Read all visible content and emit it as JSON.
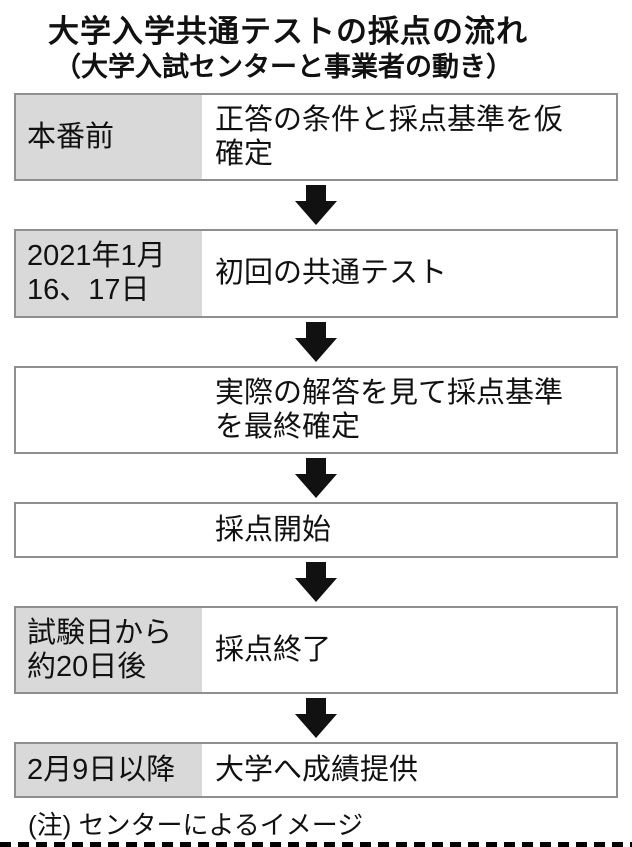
{
  "header": {
    "title": "大学入学共通テストの採点の流れ",
    "subtitle": "（大学入試センターと事業者の動き）"
  },
  "steps": [
    {
      "label": "本番前",
      "content": "正答の条件と採点基準を仮\n確定"
    },
    {
      "label": "2021年1月\n16、17日",
      "content": "初回の共通テスト"
    },
    {
      "label": "",
      "content": "実際の解答を見て採点基準\nを最終確定"
    },
    {
      "label": "",
      "content": "採点開始"
    },
    {
      "label": "試験日から\n約20日後",
      "content": "採点終了"
    },
    {
      "label": "2月9日以降",
      "content": "大学へ成績提供"
    }
  ],
  "note": "(注) センターによるイメージ",
  "colors": {
    "label_bg": "#d9d9d9",
    "box_border": "#8f8f8f",
    "arrow": "#111111"
  }
}
